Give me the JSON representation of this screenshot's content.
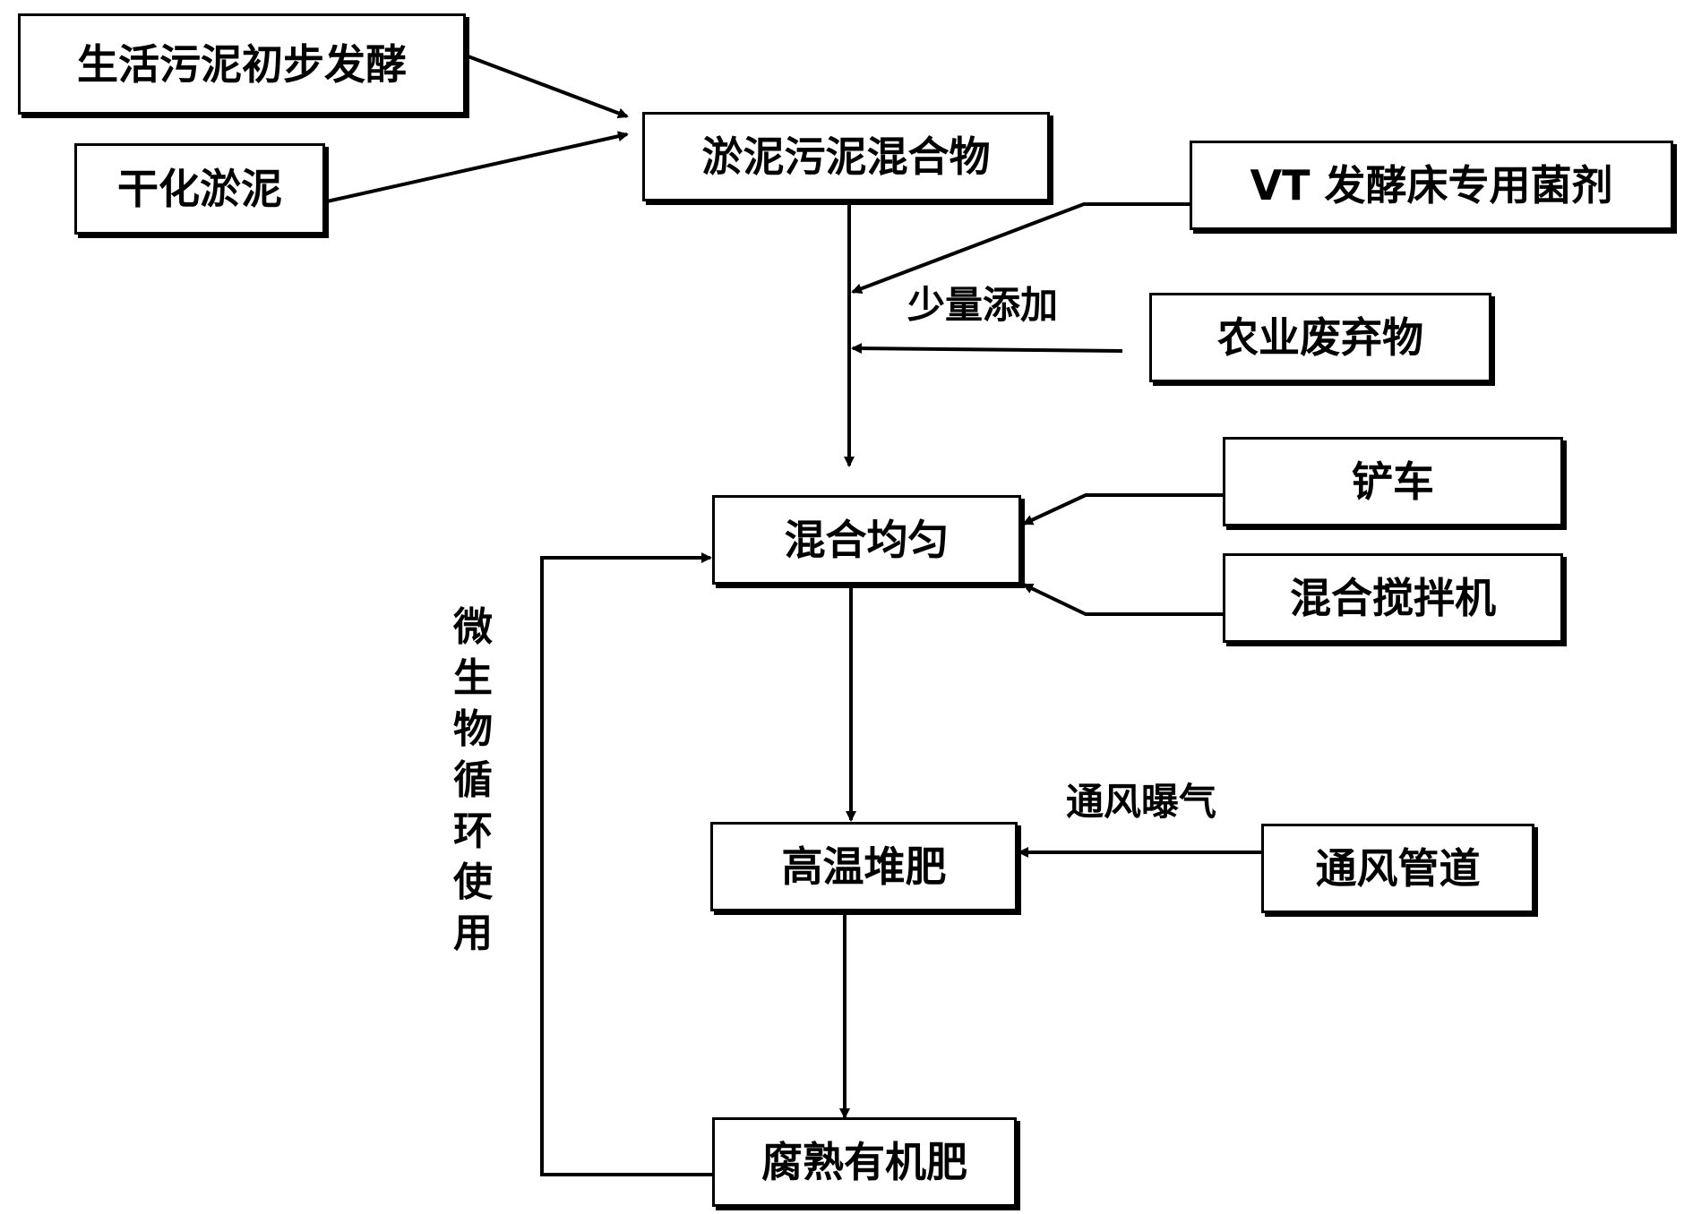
{
  "nodes": {
    "domestic_sludge": "生活污泥初步发酵",
    "dried_silt": "干化淤泥",
    "silt_sludge_mix": "淤泥污泥混合物",
    "vt_inoculant": "VT 发酵床专用菌剂",
    "agri_waste": "农业废弃物",
    "mix_uniform": "混合均匀",
    "shovel_loader": "铲车",
    "mixer": "混合搅拌机",
    "high_temp_compost": "高温堆肥",
    "ventilation_pipe": "通风管道",
    "mature_fertilizer": "腐熟有机肥"
  },
  "labels": {
    "small_addition": "少量添加",
    "ventilation_aeration": "通风曝气",
    "microbe_recycle": "微生物循环使用"
  }
}
